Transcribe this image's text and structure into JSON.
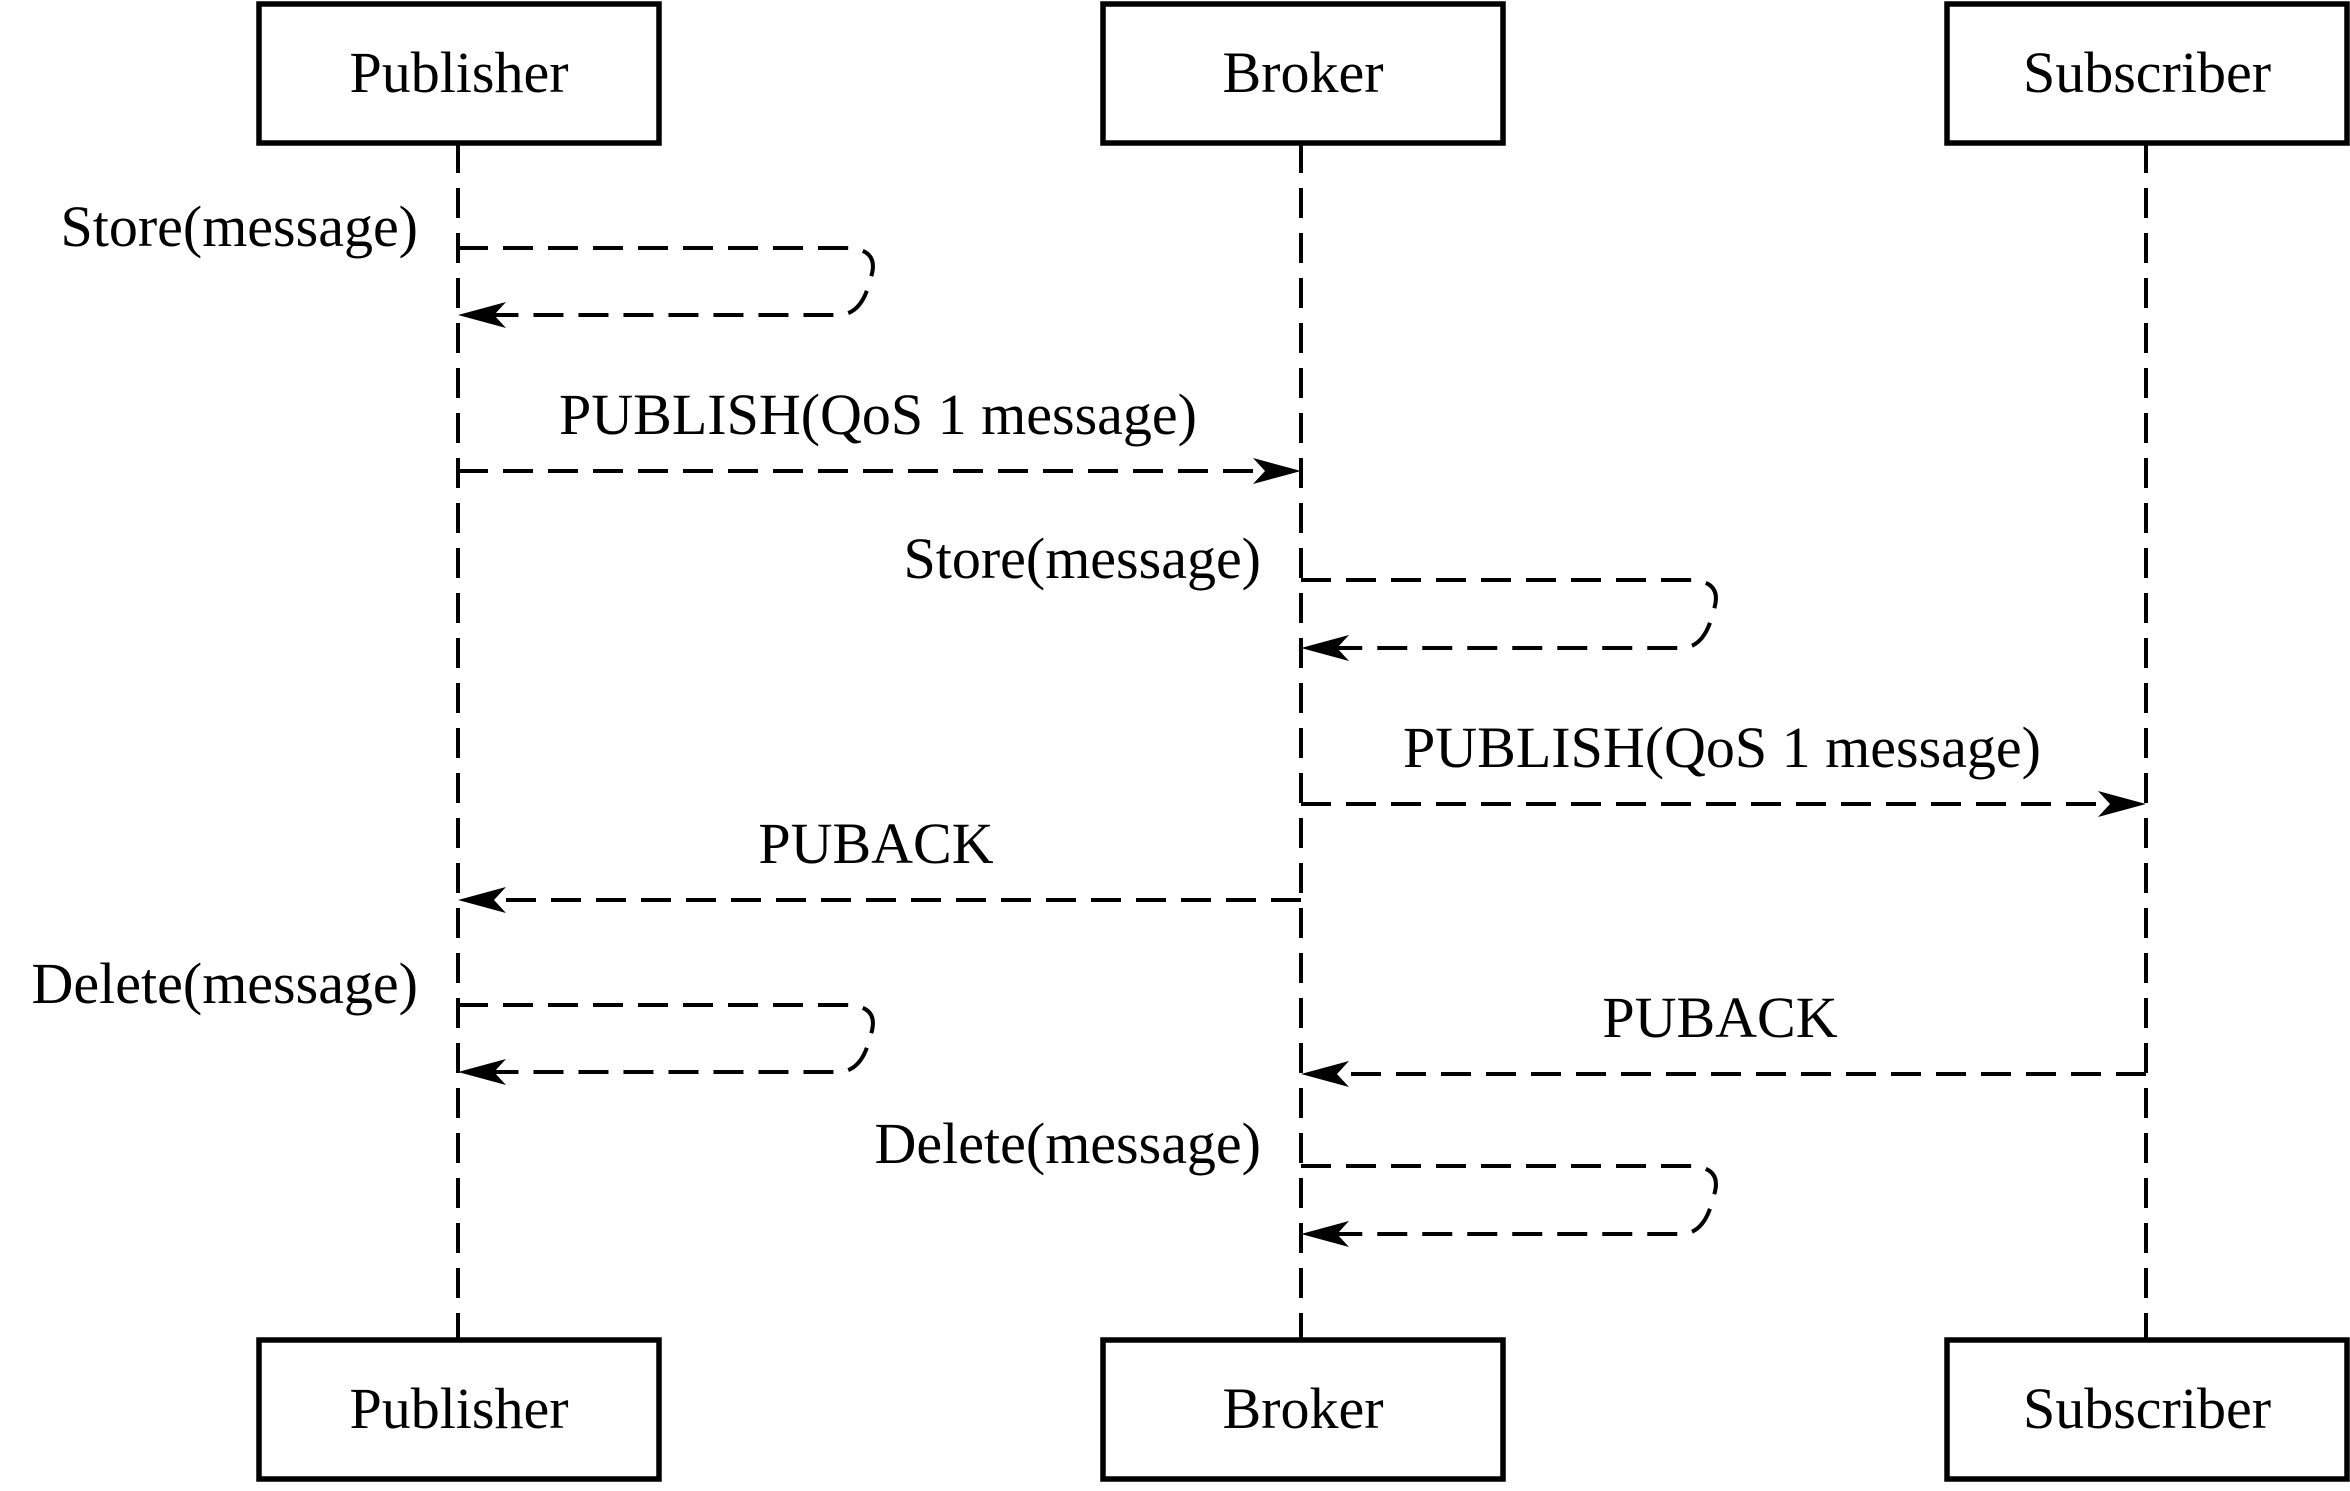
{
  "participants": {
    "publisher": "Publisher",
    "broker": "Broker",
    "subscriber": "Subscriber"
  },
  "messages": {
    "m1": "Store(message)",
    "m2": "PUBLISH(QoS 1 message)",
    "m3": "Store(message)",
    "m4": "PUBLISH(QoS 1 message)",
    "m5": "PUBACK",
    "m6": "Delete(message)",
    "m7": "PUBACK",
    "m8": "Delete(message)"
  }
}
